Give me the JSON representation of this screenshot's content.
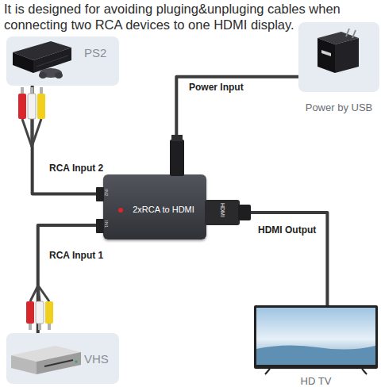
{
  "diagram": {
    "title": "It is designed for avoiding pluging&unpluging cables when connecting two RCA devices to one HDMI display.",
    "nodes": [
      {
        "text": [
          "PS2"
        ]
      },
      {
        "text": [
          "Power by USB"
        ]
      },
      {
        "text": [
          "2xRCA to HDMI"
        ]
      },
      {
        "text": [
          "VHS"
        ]
      },
      {
        "text": [
          "HD TV"
        ]
      }
    ],
    "edges": [
      {
        "from": 0,
        "to": 2,
        "arrow": "none",
        "label": "RCA Input 2"
      },
      {
        "from": 1,
        "to": 2,
        "arrow": "none",
        "label": "Power Input"
      },
      {
        "from": 3,
        "to": 2,
        "arrow": "none",
        "label": "RCA Input 1"
      },
      {
        "from": 2,
        "to": 4,
        "arrow": "none",
        "label": "HDMI Output"
      }
    ],
    "labels": [
      "IN2",
      "IN1",
      "HDMI"
    ]
  }
}
